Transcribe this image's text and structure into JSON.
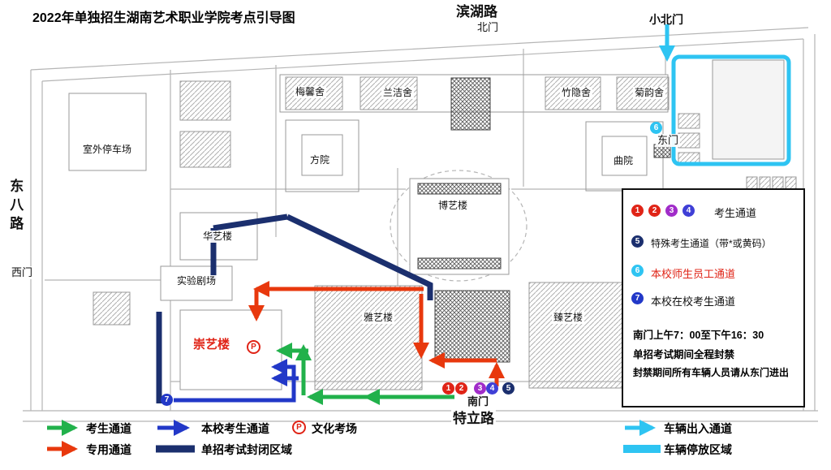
{
  "title": "2022年单独招生湖南艺术职业学院考点引导图",
  "roads": {
    "top": "滨湖路",
    "left": "东八路",
    "bottom": "特立路"
  },
  "gates": {
    "north": "北门",
    "small_north": "小北门",
    "east": "东门",
    "west": "西门",
    "south": "南门"
  },
  "buildings": [
    {
      "name": "室外停车场"
    },
    {
      "name": "梅馨舍"
    },
    {
      "name": "兰洁舍"
    },
    {
      "name": "竹隐舍"
    },
    {
      "name": "菊韵舍"
    },
    {
      "name": "方院"
    },
    {
      "name": "曲院"
    },
    {
      "name": "博艺楼"
    },
    {
      "name": "华艺楼"
    },
    {
      "name": "实验剧场"
    },
    {
      "name": "雅艺楼"
    },
    {
      "name": "臻艺楼"
    },
    {
      "name": "崇艺楼"
    }
  ],
  "markers": {
    "labels": [
      "1",
      "2",
      "3",
      "4",
      "5",
      "6",
      "7"
    ]
  },
  "legend_box": {
    "row1_label": "考生通道",
    "row2_label": "特殊考生通道（带*或黄码）",
    "row3_label": "本校师生员工通道",
    "row4_label": "本校在校考生通道",
    "note1": "南门上午7：00至下午16：30",
    "note2": "单招考试期间全程封禁",
    "note3": "封禁期间所有车辆人员请从东门进出"
  },
  "bottom_legend": {
    "green": "考生通道",
    "red": "专用通道",
    "blue": "本校考生通道",
    "navy": "单招考试封闭区域",
    "culture": "文化考场",
    "cyan_arrow": "车辆出入通道",
    "cyan_bar": "车辆停放区域",
    "p_symbol": "P"
  },
  "colors": {
    "red_route": "#e8380d",
    "green_route": "#21b14b",
    "blue_route": "#2238c8",
    "navy_zone": "#1b2f6e",
    "cyan_vehicle": "#2ec4f2",
    "marker1": "#e02417",
    "marker2": "#e02417",
    "marker3": "#a12cc9",
    "marker4": "#3f3fd6",
    "marker5": "#1b2f6e",
    "marker6": "#2ec4f2",
    "marker7": "#2238c8",
    "highlight_red": "#e02417"
  }
}
